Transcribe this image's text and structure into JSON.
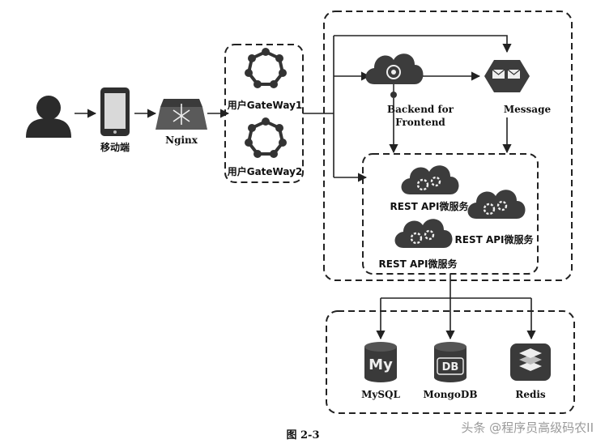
{
  "nodes": {
    "mobile": "移动端",
    "nginx": "Nginx",
    "gateway1": "用户GateWay1",
    "gateway2": "用户GateWay2",
    "bff_line1": "Backend for",
    "bff_line2": "Frontend",
    "message": "Message",
    "rest1": "REST API微服务",
    "rest2": "REST API微服务",
    "rest3": "REST API微服务",
    "mysql": "MySQL",
    "mongodb": "MongoDB",
    "redis": "Redis",
    "mysql_logo": "My",
    "mongodb_logo": "DB"
  },
  "caption": "图 2-3",
  "watermark": "头条 @程序员高级码农II"
}
